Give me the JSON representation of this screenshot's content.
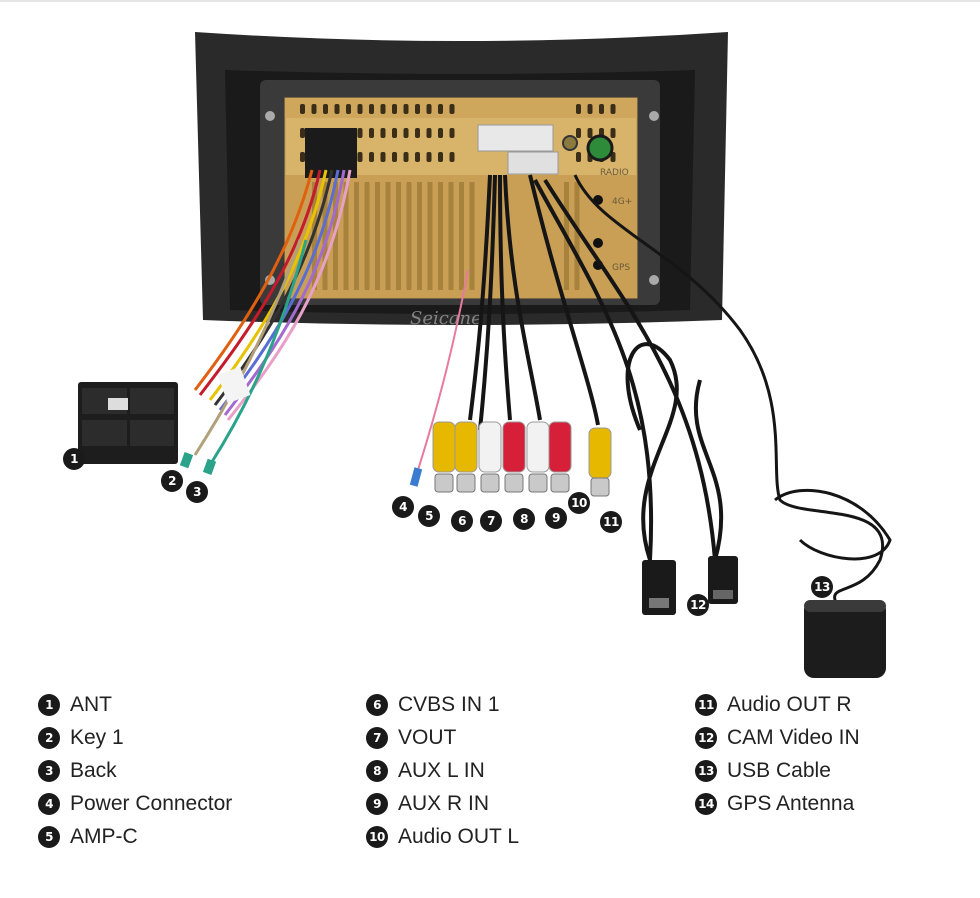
{
  "brand": "Seicane",
  "unit_labels": {
    "radio": "RADIO",
    "fourg": "4G+",
    "gps": "GPS"
  },
  "photo_markers": [
    "1",
    "2",
    "3",
    "4",
    "5",
    "6",
    "7",
    "8",
    "9",
    "10",
    "11",
    "12",
    "13"
  ],
  "legend": {
    "col1": [
      {
        "num": "1",
        "label": "ANT"
      },
      {
        "num": "2",
        "label": "Key 1"
      },
      {
        "num": "3",
        "label": "Back"
      },
      {
        "num": "4",
        "label": "Power Connector"
      },
      {
        "num": "5",
        "label": "AMP-C"
      }
    ],
    "col2": [
      {
        "num": "6",
        "label": "CVBS IN 1"
      },
      {
        "num": "7",
        "label": "VOUT"
      },
      {
        "num": "8",
        "label": "AUX L IN"
      },
      {
        "num": "9",
        "label": "AUX R IN"
      },
      {
        "num": "10",
        "label": "Audio OUT L"
      }
    ],
    "col3": [
      {
        "num": "11",
        "label": "Audio OUT R"
      },
      {
        "num": "12",
        "label": "CAM Video IN"
      },
      {
        "num": "13",
        "label": "USB Cable"
      },
      {
        "num": "14",
        "label": "GPS Antenna"
      }
    ]
  },
  "colors": {
    "chassis": "#d8b36a",
    "frame": "#2a2a2a",
    "rca_yellow": "#e6b800",
    "rca_red": "#d6203a",
    "rca_white": "#f2f2f2"
  }
}
